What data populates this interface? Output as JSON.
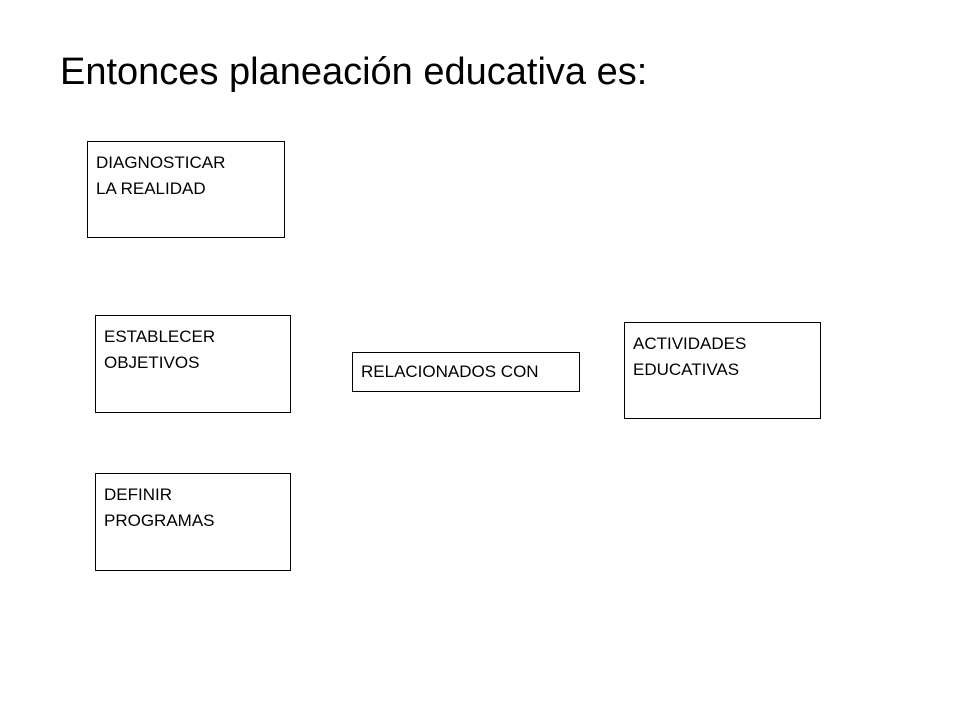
{
  "title": "Entonces planeación educativa es:",
  "boxes": {
    "diagnosticar": {
      "line1": "DIAGNOSTICAR",
      "line2": "LA REALIDAD"
    },
    "establecer": {
      "line1": "ESTABLECER",
      "line2": "OBJETIVOS"
    },
    "definir": {
      "line1": "DEFINIR",
      "line2": "PROGRAMAS"
    },
    "relacionados": {
      "line1": "RELACIONADOS CON"
    },
    "actividades": {
      "line1": "ACTIVIDADES",
      "line2": "EDUCATIVAS"
    }
  },
  "colors": {
    "background": "#ffffff",
    "border": "#000000",
    "text": "#000000"
  }
}
